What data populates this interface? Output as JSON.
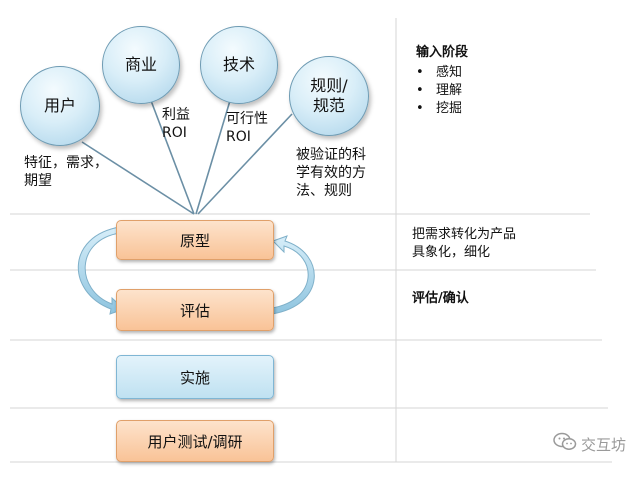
{
  "circles": {
    "user": "用户",
    "business": "商业",
    "tech": "技术",
    "rules": "规则/\n规范"
  },
  "notes": {
    "user": "特征，需求，\n期望",
    "business": "利益\nROI",
    "tech": "可行性\nROI",
    "rules": "被验证的科\n学有效的方\n法、规则"
  },
  "boxes": {
    "prototype": "原型",
    "evaluate": "评估",
    "implement": "实施",
    "user_test": "用户测试/调研"
  },
  "right": {
    "input_title": "输入阶段",
    "input_items": [
      "感知",
      "理解",
      "挖掘"
    ],
    "bullet": "•",
    "productize": "把需求转化为产品\n具象化，细化",
    "evaluate": "评估/确认"
  },
  "brand": {
    "name": "交互坊",
    "icon": "wechat-icon",
    "color": "#9a9a9a"
  },
  "colors": {
    "grid": "#d6d6d6",
    "connector": "#6b8fa5",
    "orange": "#f9c397",
    "blue": "#bfe1f1",
    "circle": "#d9eef8"
  }
}
